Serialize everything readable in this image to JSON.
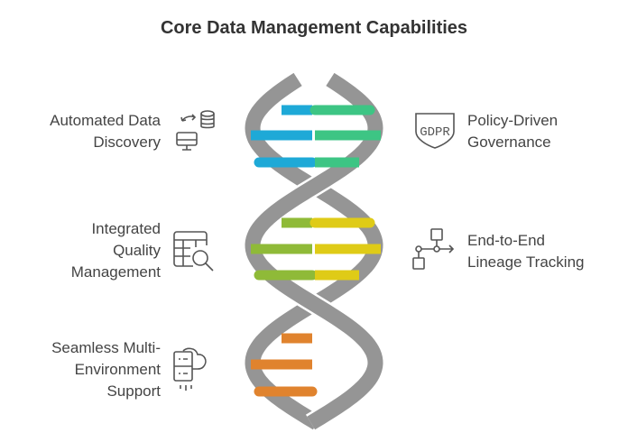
{
  "title": "Core Data Management Capabilities",
  "items": [
    {
      "side": "left",
      "lines": [
        "Automated Data",
        "Discovery"
      ],
      "icon": "data-sync-icon",
      "rung_colors": [
        "#1ea9d7",
        "#3dc584"
      ]
    },
    {
      "side": "right",
      "lines": [
        "Policy-Driven",
        "Governance"
      ],
      "icon": "gdpr-shield-icon",
      "icon_text": "GDPR"
    },
    {
      "side": "left",
      "lines": [
        "Integrated",
        "Quality",
        "Management"
      ],
      "icon": "table-search-icon",
      "rung_colors": [
        "#8fba38",
        "#dfcb17"
      ]
    },
    {
      "side": "right",
      "lines": [
        "End-to-End",
        "Lineage Tracking"
      ],
      "icon": "lineage-flow-icon"
    },
    {
      "side": "left",
      "lines": [
        "Seamless Multi-",
        "Environment",
        "Support"
      ],
      "icon": "server-cloud-icon",
      "rung_colors": [
        "#e0832e"
      ]
    }
  ],
  "colors": {
    "strand": "#959595",
    "text": "#444444",
    "icon": "#555555"
  }
}
